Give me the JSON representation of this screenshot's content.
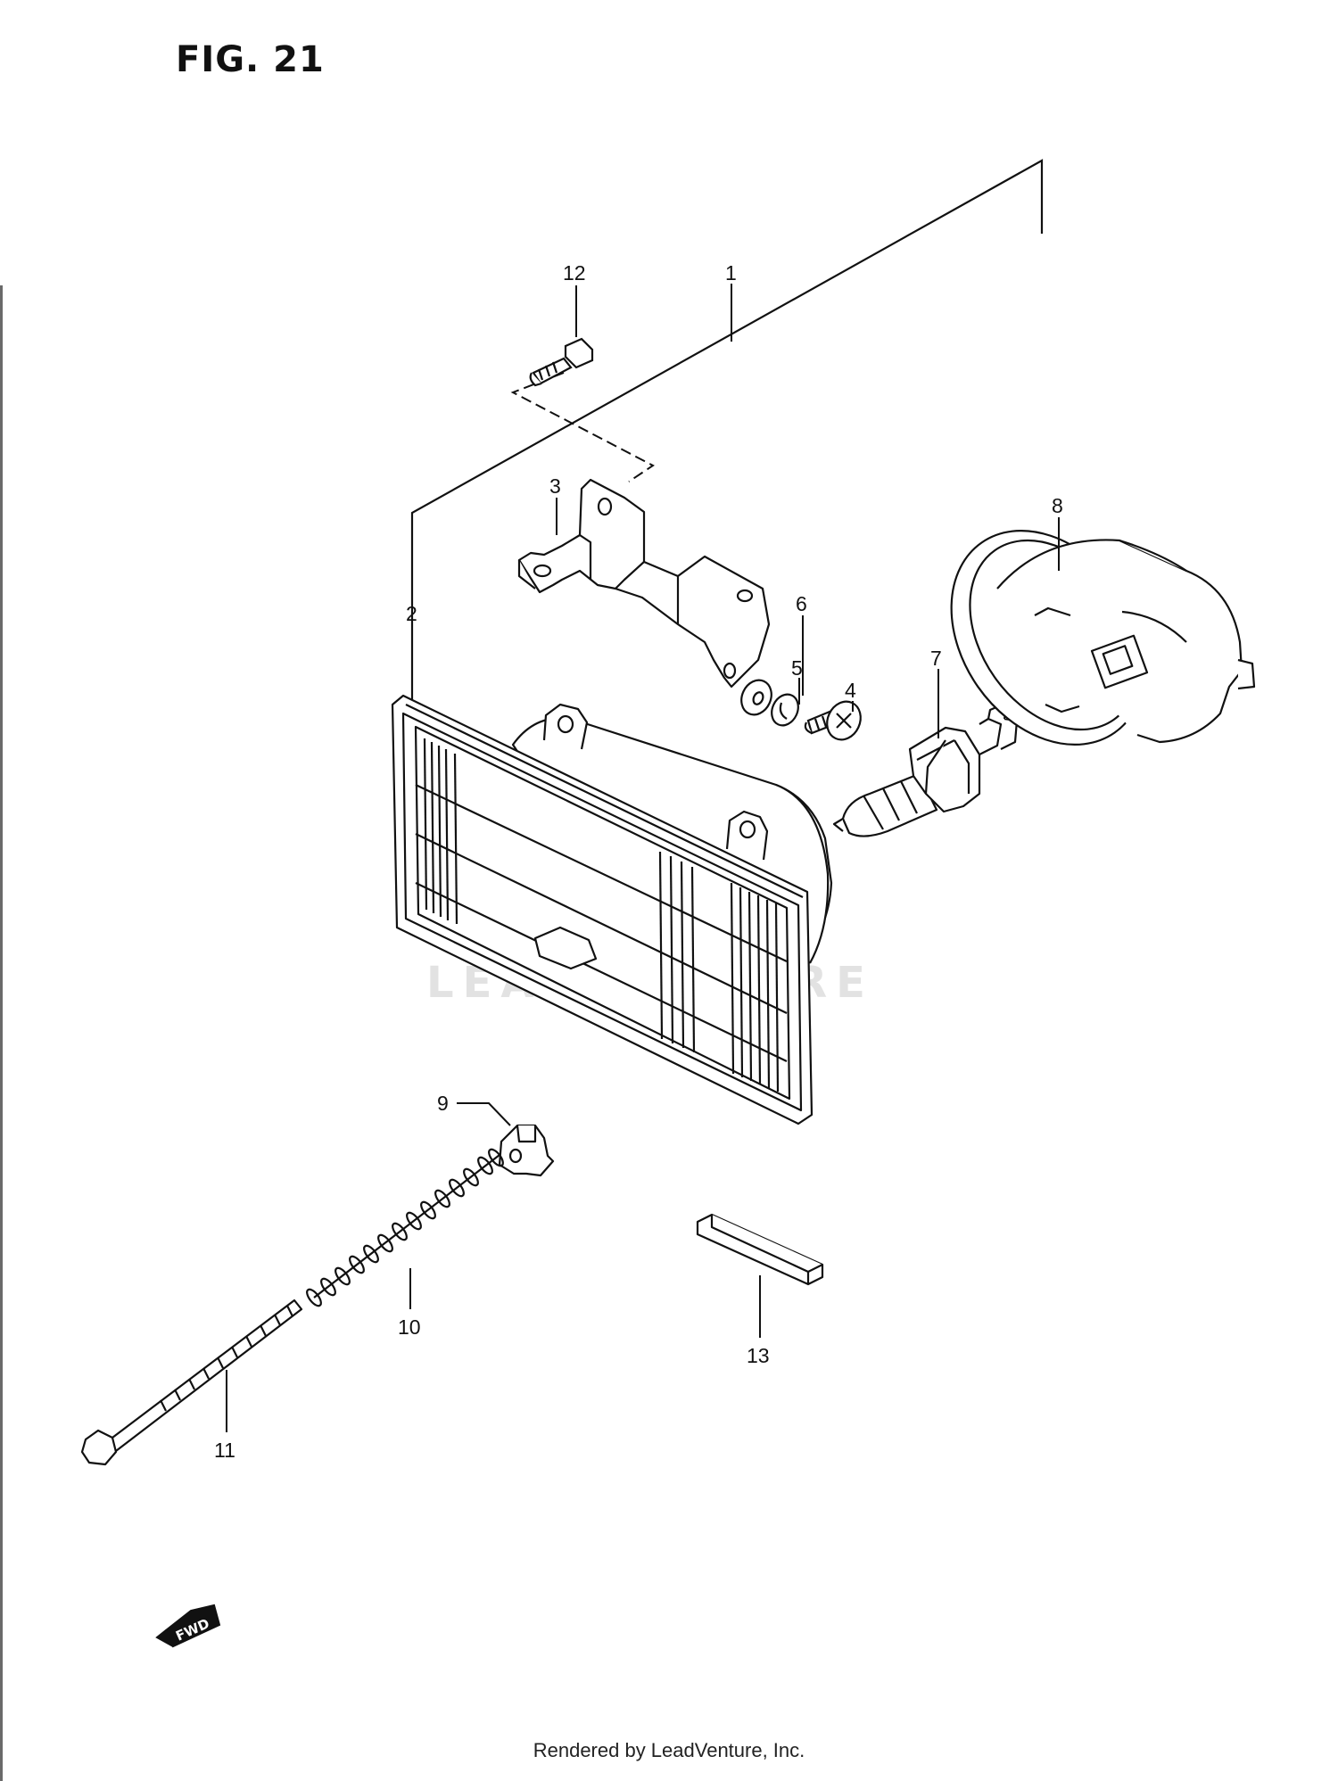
{
  "figure": {
    "title": "FIG. 21"
  },
  "watermark": {
    "text": "LEADVENTURE"
  },
  "footer": {
    "text": "Rendered by LeadVenture, Inc."
  },
  "callouts": {
    "c1": "1",
    "c2": "2",
    "c3": "3",
    "c4": "4",
    "c5": "5",
    "c6": "6",
    "c7": "7",
    "c8": "8",
    "c9": "9",
    "c10": "10",
    "c11": "11",
    "c12": "12",
    "c13": "13"
  },
  "direction_marker": {
    "label": "FWD"
  },
  "colors": {
    "line": "#111111",
    "paper": "#ffffff",
    "watermark": "#e2e2e2"
  }
}
